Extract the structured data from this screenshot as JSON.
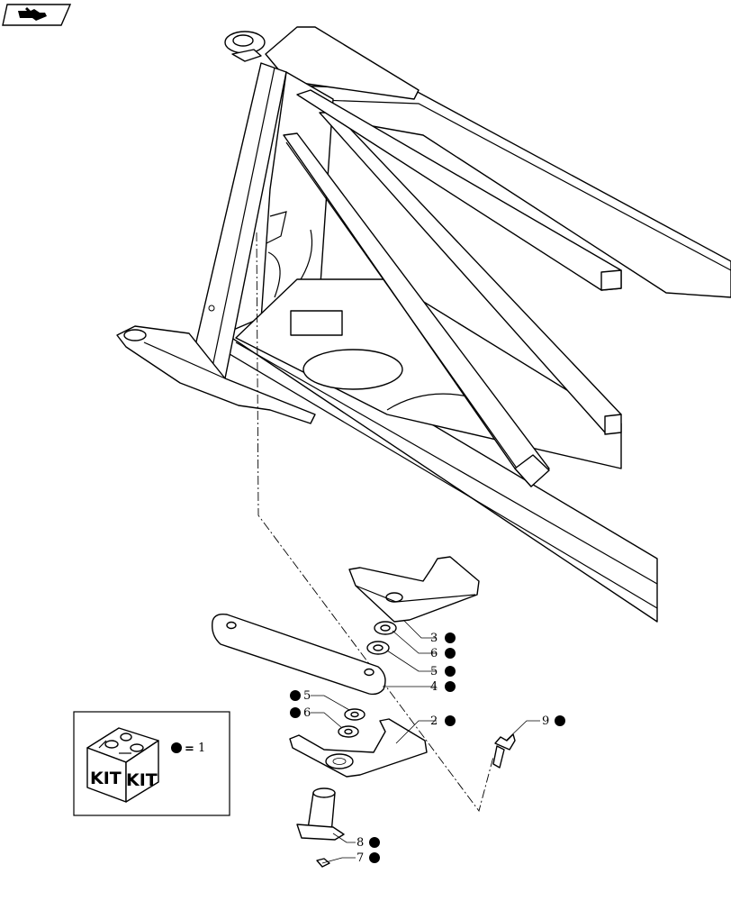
{
  "nav": {
    "icon": "return-arrow-icon"
  },
  "callouts": [
    {
      "number": "3",
      "has_kit_dot": true
    },
    {
      "number": "6",
      "has_kit_dot": true
    },
    {
      "number": "5",
      "has_kit_dot": true
    },
    {
      "number": "4",
      "has_kit_dot": true
    },
    {
      "number": "2",
      "has_kit_dot": true
    },
    {
      "number": "5",
      "has_kit_dot": true
    },
    {
      "number": "6",
      "has_kit_dot": true
    },
    {
      "number": "9",
      "has_kit_dot": true
    },
    {
      "number": "8",
      "has_kit_dot": true
    },
    {
      "number": "7",
      "has_kit_dot": true
    }
  ],
  "legend": {
    "kit_label_left": "KIT",
    "kit_label_right": "KIT",
    "equals_sign": "=",
    "equals_value": "1"
  }
}
